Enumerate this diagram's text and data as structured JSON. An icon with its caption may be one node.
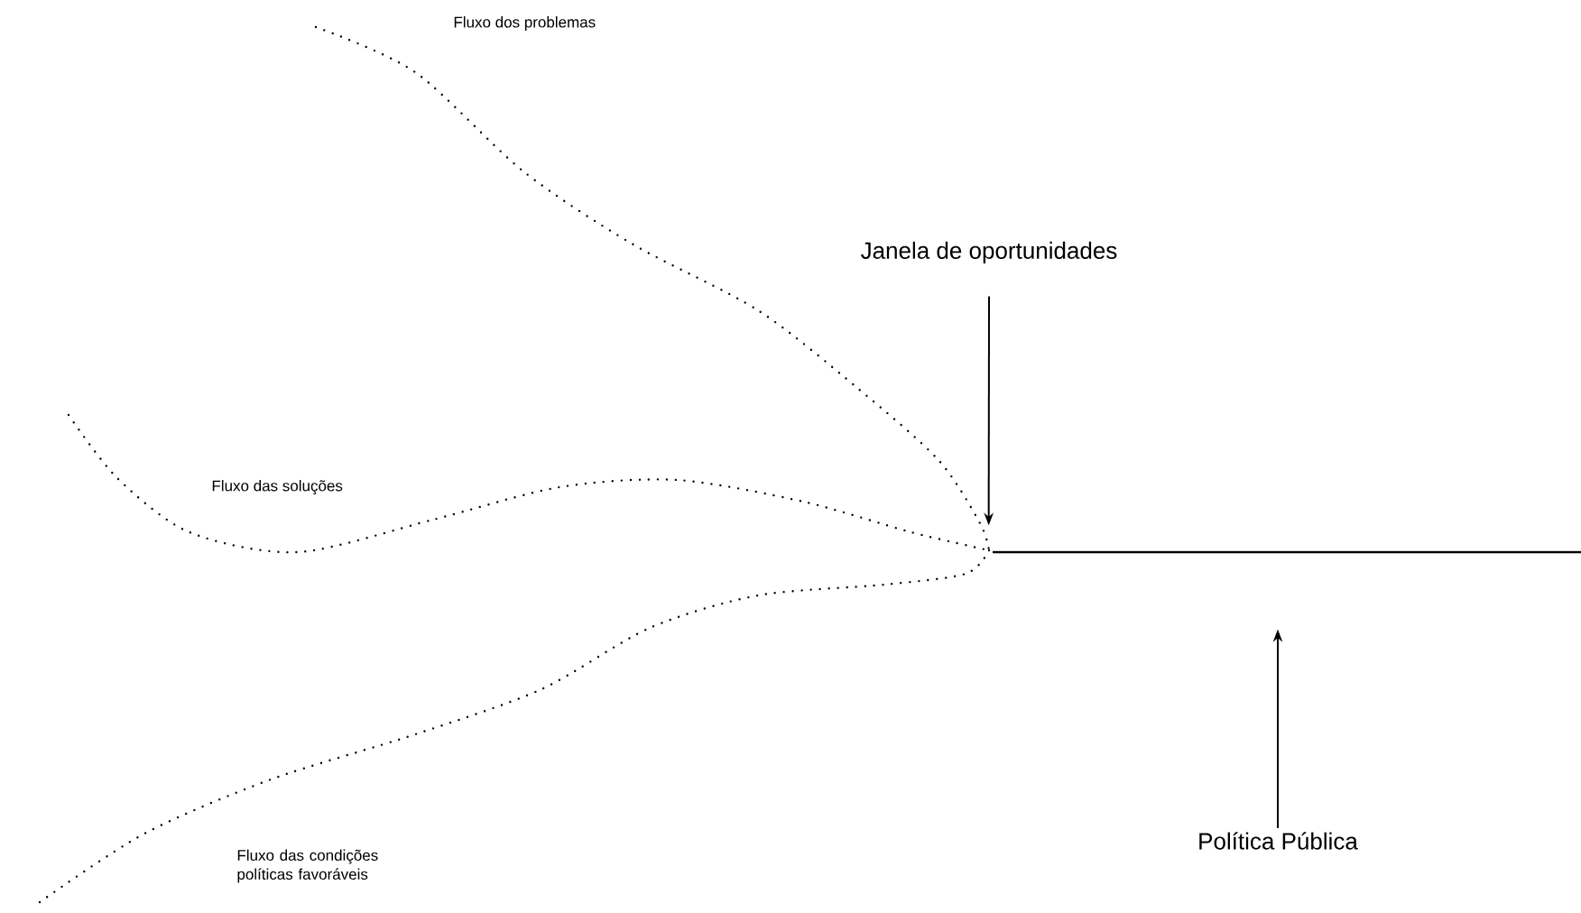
{
  "diagram": {
    "nodes": [
      {
        "text": [
          "Janela de oportunidades"
        ]
      },
      {
        "text": [
          "Política Pública"
        ]
      },
      {
        "text": [],
        "shape": "bar"
      }
    ],
    "edges": [
      {
        "from": 0,
        "to": 2,
        "arrow": "to"
      },
      {
        "from": 1,
        "to": 2,
        "arrow": "to"
      }
    ],
    "labels": [
      "Fluxo dos problemas",
      "Fluxo das soluções",
      "Fluxo das condições políticas favoráveis"
    ]
  }
}
